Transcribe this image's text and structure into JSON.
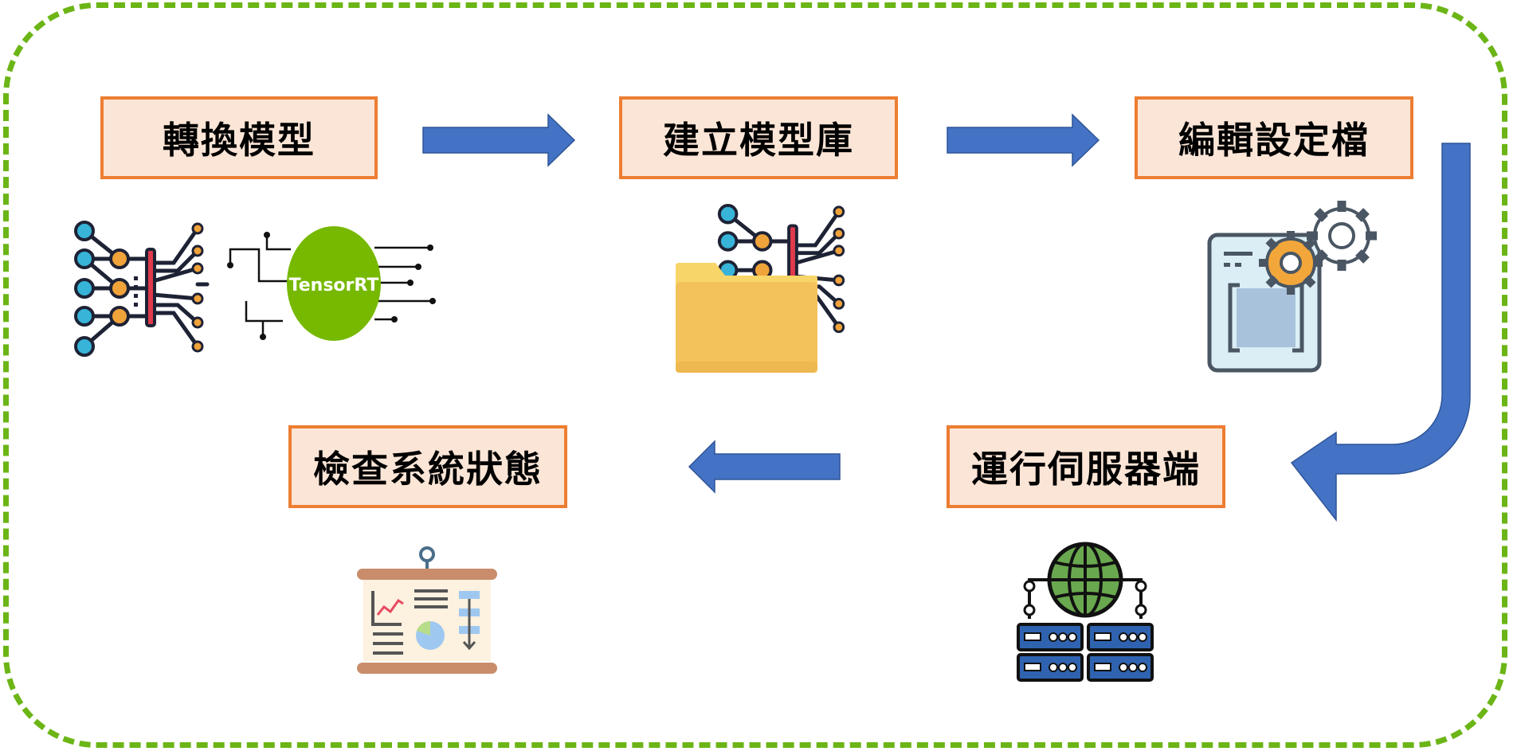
{
  "steps": [
    {
      "label": "轉換模型"
    },
    {
      "label": "建立模型庫"
    },
    {
      "label": "編輯設定檔"
    },
    {
      "label": "運行伺服器端"
    },
    {
      "label": "檢查系統狀態"
    }
  ],
  "icons": {
    "neural_network": "neural-network-icon",
    "tensorrt_logo": "TensorRT",
    "model_folder": "model-folder-icon",
    "config_file": "config-gear-icon",
    "server": "globe-server-icon",
    "dashboard": "status-board-icon"
  },
  "colors": {
    "frame": "#6bb516",
    "step_fill": "#fbe5d6",
    "step_border": "#ed7d31",
    "arrow": "#4472c4",
    "tensorrt_green": "#76b900"
  }
}
